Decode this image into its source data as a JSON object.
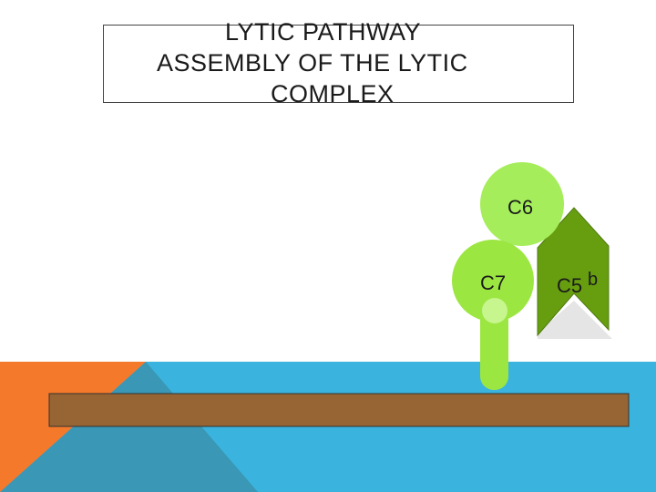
{
  "title": {
    "line1": "LYTIC PATHWAY",
    "line2": "ASSEMBLY OF THE LYTIC",
    "line3": "COMPLEX"
  },
  "components": {
    "c6": "C6",
    "c7": "C7",
    "c5b_main": "C5",
    "c5b_sub": "b"
  },
  "colors": {
    "background_blue": "#3ab4de",
    "corner_orange": "#f5792a",
    "corner_dark_blue": "#3a97b6",
    "membrane_brown": "#976433",
    "c6_green": "#a5ed5a",
    "c7_green": "#9ce642",
    "c5b_green": "#679e10",
    "c5b_gray": "#e5e5e5"
  }
}
